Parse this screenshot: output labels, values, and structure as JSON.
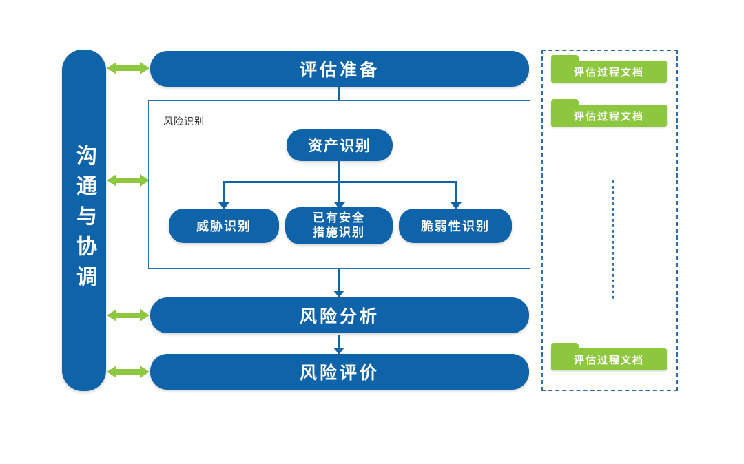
{
  "colors": {
    "blue": "#0f63a8",
    "green": "#8dc63f",
    "border_blue": "#2f6fae"
  },
  "sidebar": {
    "label": "沟通与协调"
  },
  "nodes": {
    "prepare": "评估准备",
    "group_label": "风险识别",
    "asset": "资产识别",
    "children": [
      {
        "label": "威胁识别"
      },
      {
        "line1": "已有安全",
        "line2": "措施识别"
      },
      {
        "label": "脆弱性识别"
      }
    ],
    "analysis": "风险分析",
    "evaluation": "风险评价"
  },
  "documents": [
    {
      "label": "评估过程文档"
    },
    {
      "label": "评估过程文档"
    },
    {
      "label": "评估过程文档"
    }
  ]
}
